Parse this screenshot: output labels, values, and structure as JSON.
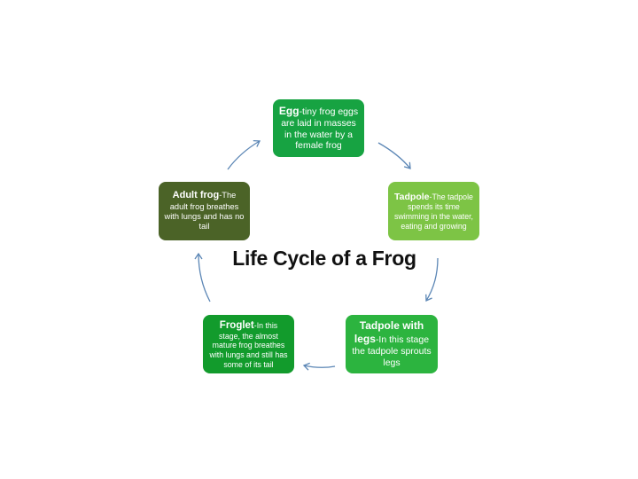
{
  "diagram": {
    "title": "Life Cycle of a Frog",
    "colors": {
      "egg": "#17a342",
      "tadpole": "#7dc445",
      "tadpole_with_legs": "#2cb43f",
      "froglet": "#129b2c",
      "adult_frog": "#4b6327",
      "arrow": "#5b86b5"
    },
    "stages": [
      {
        "title": "Egg",
        "desc": "-tiny frog eggs are laid in masses in the water by a female frog"
      },
      {
        "title": "Tadpole",
        "desc": "-The tadpole spends its time swimming in the water, eating and growing"
      },
      {
        "title": "Tadpole with legs",
        "desc": "-In this stage the tadpole sprouts legs"
      },
      {
        "title": "Froglet",
        "desc": "-In this stage, the almost mature frog breathes with lungs and still has some of its tail"
      },
      {
        "title": "Adult frog",
        "desc": "-The adult frog breathes with lungs and has no tail"
      }
    ]
  }
}
